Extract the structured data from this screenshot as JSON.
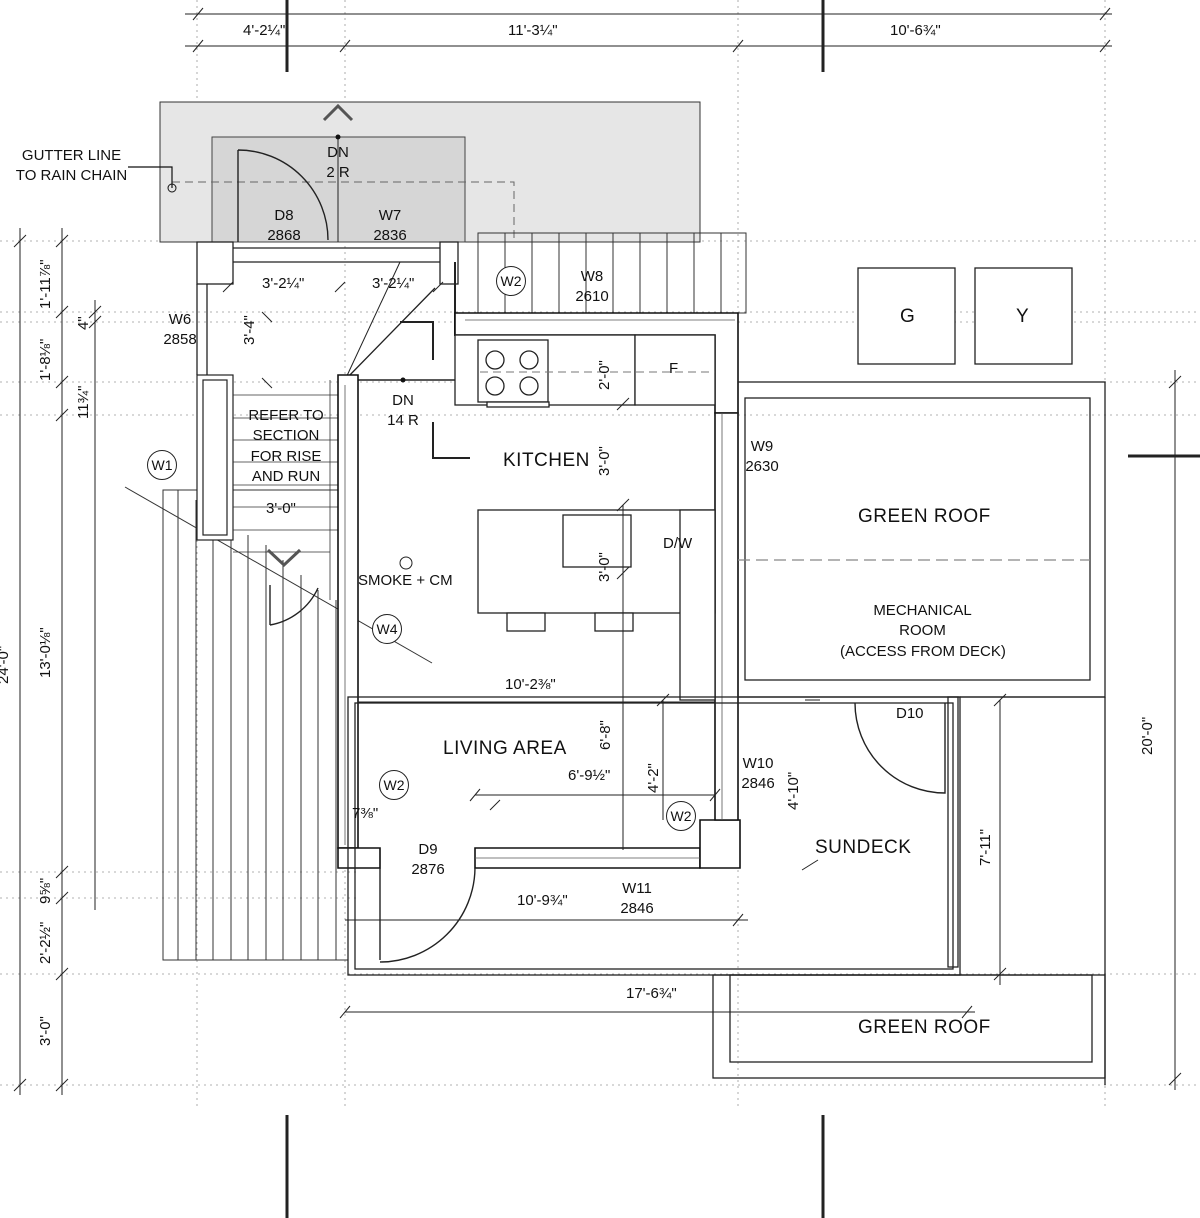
{
  "rooms": {
    "kitchen": "KITCHEN",
    "living": "LIVING AREA",
    "green_roof_top": "GREEN ROOF",
    "mechanical": "MECHANICAL\nROOM\n(ACCESS FROM DECK)",
    "sundeck": "SUNDECK",
    "green_roof_bottom": "GREEN ROOF"
  },
  "notes": {
    "gutter": "GUTTER LINE\nTO RAIN CHAIN",
    "stair_refer": "REFER TO\nSECTION\nFOR RISE\nAND RUN",
    "dn_top": "DN\n2 R",
    "dn_main": "DN\n14 R",
    "smoke": "SMOKE + CM"
  },
  "appliances": {
    "fridge": "F",
    "dishwasher": "D/W",
    "g_box": "G",
    "y_box": "Y"
  },
  "openings": {
    "d8": "D8\n2868",
    "w7": "W7\n2836",
    "w8": "W8\n2610",
    "w6": "W6\n2858",
    "w9": "W9\n2630",
    "w10": "W10\n2846",
    "w11": "W11\n2846",
    "d9": "D9\n2876",
    "d10": "D10"
  },
  "bubbles": {
    "w1": "W1",
    "w2_top": "W2",
    "w4": "W4",
    "w2_living": "W2",
    "w2_right": "W2"
  },
  "dimensions": {
    "top_left": "4'-2¼\"",
    "top_mid": "11'-3¼\"",
    "top_right": "10'-6¾\"",
    "stair_a": "3'-2¼\"",
    "stair_b": "3'-2¼\"",
    "stair_run": "3'-4\"",
    "stair_width": "3'-0\"",
    "kitchen_a": "2'-0\"",
    "kitchen_b": "3'-0\"",
    "island": "3'-0\"",
    "living_width": "10'-2⅜\"",
    "living_depth": "6'-8\"",
    "living_a": "6'-9½\"",
    "living_b": "4'-2\"",
    "small": "7⅜\"",
    "bottom_a": "10'-9¾\"",
    "bottom_total": "17'-6¾\"",
    "deck_a": "4'-10\"",
    "deck_b": "7'-11\"",
    "right_total": "20'-0\"",
    "left_1": "1'-11⅞\"",
    "left_2": "4\"",
    "left_3": "1'-8⅛\"",
    "left_4": "11¾\"",
    "left_5": "13'-0⅛\"",
    "left_6": "24'-0\"",
    "left_7": "9⅝\"",
    "left_8": "2'-2½\"",
    "left_9": "3'-0\""
  }
}
